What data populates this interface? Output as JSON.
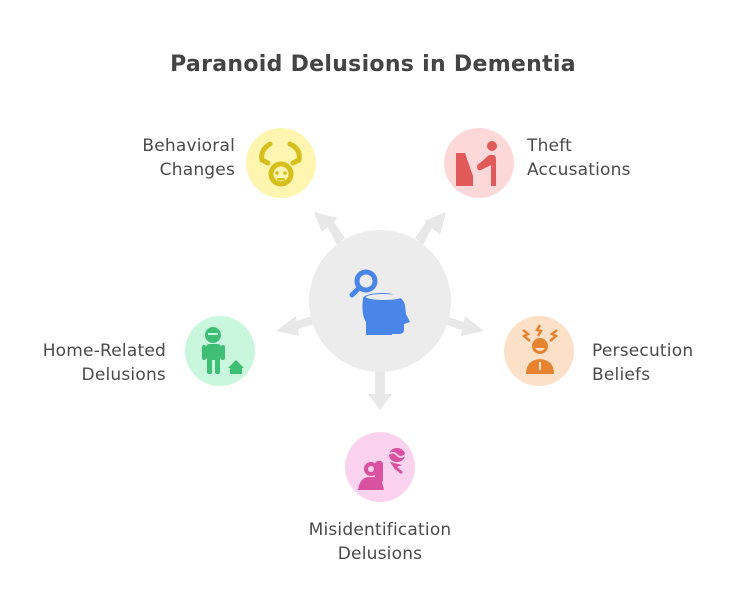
{
  "title": "Paranoid Delusions in Dementia",
  "center": {
    "icon": "head-magnifier-icon",
    "circle_color": "#ececec",
    "icon_color": "#4a86e8"
  },
  "arrow_color": "#e8e8e8",
  "nodes": [
    {
      "id": "behavioral",
      "label_line1": "Behavioral",
      "label_line2": "Changes",
      "icon": "caring-hands-baby-icon",
      "bg_color": "#fdf5b0",
      "icon_color": "#d6bf1c"
    },
    {
      "id": "theft",
      "label_line1": "Theft",
      "label_line2": "Accusations",
      "icon": "person-reaching-seat-icon",
      "bg_color": "#fdd8d8",
      "icon_color": "#e05a5a"
    },
    {
      "id": "home",
      "label_line1": "Home-Related",
      "label_line2": "Delusions",
      "icon": "person-home-icon",
      "bg_color": "#c9f7dd",
      "icon_color": "#3fbf76"
    },
    {
      "id": "persecution",
      "label_line1": "Persecution",
      "label_line2": "Beliefs",
      "icon": "stressed-person-icon",
      "bg_color": "#fde0c8",
      "icon_color": "#e58330"
    },
    {
      "id": "misidentification",
      "label_line1": "Misidentification",
      "label_line2": "Delusions",
      "icon": "person-identify-cursor-icon",
      "bg_color": "#fcd3ee",
      "icon_color": "#d9529f"
    }
  ]
}
